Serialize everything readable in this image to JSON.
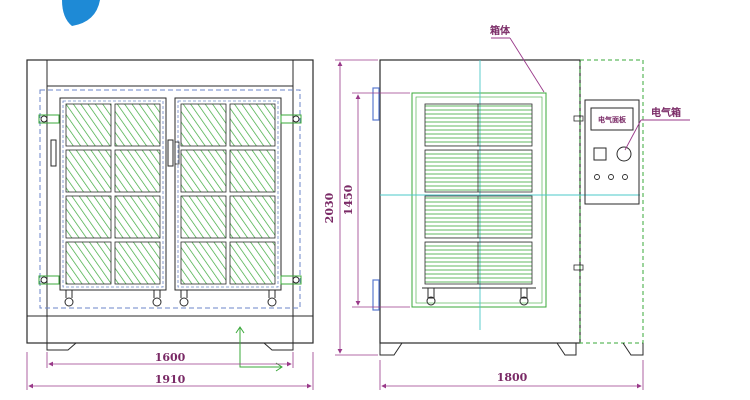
{
  "drawing": {
    "front_view": {
      "dimensions": {
        "inner_width": "1600",
        "outer_width": "1910"
      }
    },
    "side_view": {
      "dimensions": {
        "total_height": "2030",
        "chamber_height": "1450",
        "depth": "1800"
      },
      "callouts": {
        "cabinet_body": "箱体",
        "electrical_box": "电气箱"
      },
      "control_panel": {
        "display_label": "电气面板"
      }
    }
  },
  "colors": {
    "outline": "#2a2a2a",
    "door_blue": "#6b86c8",
    "hatch_green": "#3aa83a",
    "dimension": "#9a3a8a",
    "centerline": "#4bc8c8",
    "hinge_blue": "#5a7ad0",
    "logo": "#1e8ad6"
  }
}
